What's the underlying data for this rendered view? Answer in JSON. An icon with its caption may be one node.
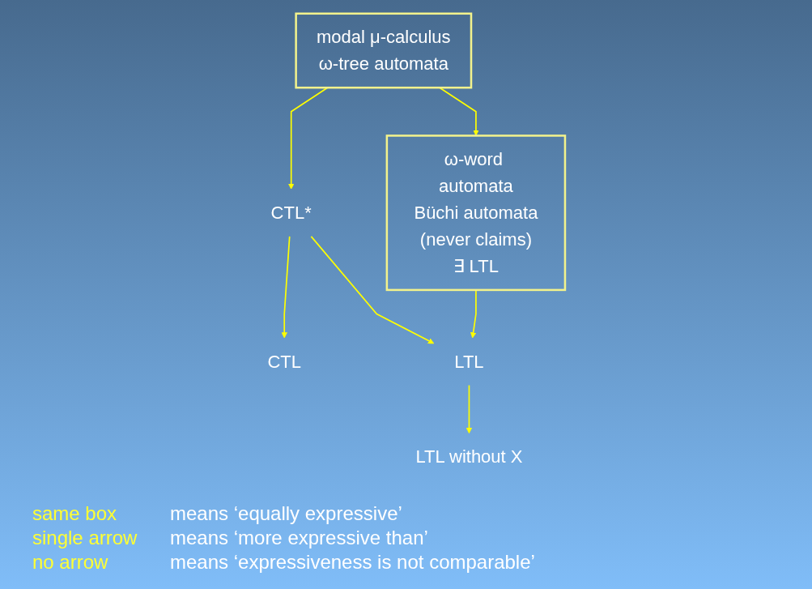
{
  "diagram": {
    "nodes": [
      {
        "text": [
          "modal μ-calculus",
          "ω-tree automata"
        ]
      },
      {
        "text": [
          "CTL*"
        ]
      },
      {
        "text": [
          "ω-word automata",
          "Büchi automata",
          "(never claims)",
          "∃ LTL"
        ]
      },
      {
        "text": [
          "CTL"
        ]
      },
      {
        "text": [
          "LTL"
        ]
      },
      {
        "text": [
          "LTL without X"
        ]
      }
    ],
    "edges": [
      {
        "from": 0,
        "to": 1,
        "arrow": "to"
      },
      {
        "from": 0,
        "to": 2,
        "arrow": "to"
      },
      {
        "from": 1,
        "to": 3,
        "arrow": "to"
      },
      {
        "from": 1,
        "to": 4,
        "arrow": "to"
      },
      {
        "from": 2,
        "to": 4,
        "arrow": "to"
      },
      {
        "from": 4,
        "to": 5,
        "arrow": "to"
      }
    ],
    "labels": [
      "same box",
      "means ‘equally expressive’",
      "single arrow",
      "means ‘more expressive than’",
      "no arrow",
      "means ‘expressiveness is not comparable’"
    ]
  }
}
